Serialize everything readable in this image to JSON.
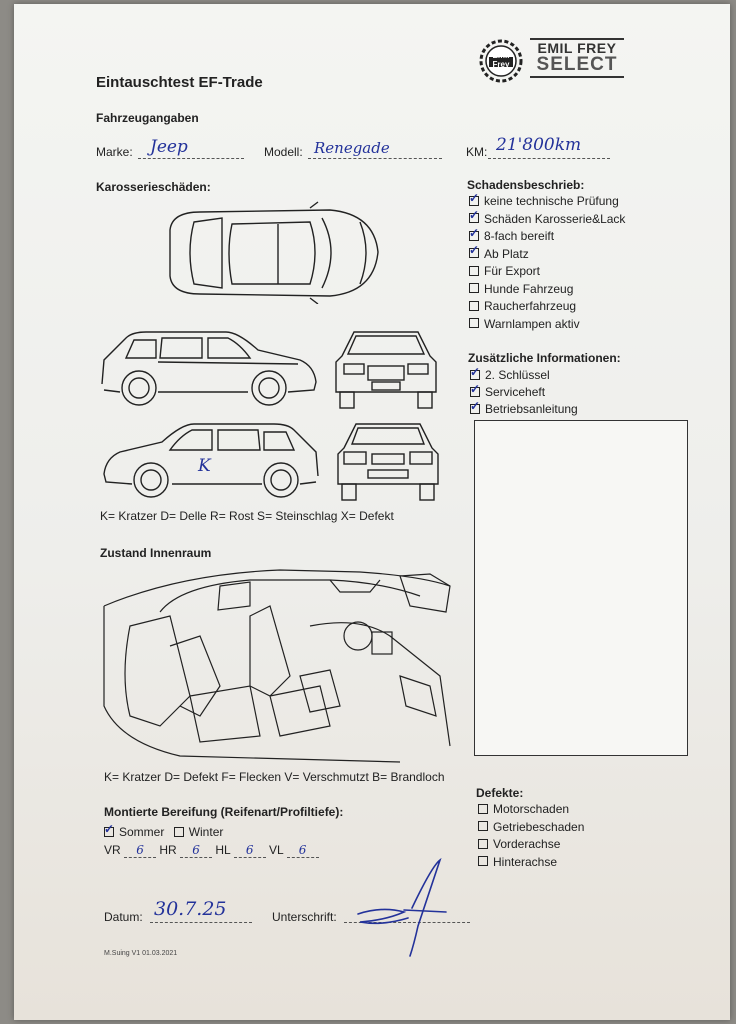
{
  "header": {
    "title": "Eintauschtest EF-Trade",
    "logo_small_top": "Emil",
    "logo_small_bottom": "Frey",
    "logo_line1": "EMIL FREY",
    "logo_line2": "SELECT"
  },
  "vehicle": {
    "section": "Fahrzeugangaben",
    "marke_label": "Marke:",
    "marke_value": "Jeep",
    "modell_label": "Modell:",
    "modell_value": "Renegade",
    "km_label": "KM:",
    "km_value": "21'800km"
  },
  "body_damage": {
    "section": "Karosserieschäden:",
    "mark": "K",
    "legend": "K= Kratzer D= Delle R= Rost S= Steinschlag X= Defekt"
  },
  "damage_report": {
    "section": "Schadensbeschrieb:",
    "items": [
      {
        "label": "keine technische Prüfung",
        "checked": true
      },
      {
        "label": "Schäden Karosserie&Lack",
        "checked": true
      },
      {
        "label": "8-fach bereift",
        "checked": true
      },
      {
        "label": "Ab Platz",
        "checked": true
      },
      {
        "label": "Für Export",
        "checked": false
      },
      {
        "label": "Hunde Fahrzeug",
        "checked": false
      },
      {
        "label": "Raucherfahrzeug",
        "checked": false
      },
      {
        "label": "Warnlampen aktiv",
        "checked": false
      }
    ]
  },
  "extra_info": {
    "section": "Zusätzliche Informationen:",
    "items": [
      {
        "label": "2. Schlüssel",
        "checked": true
      },
      {
        "label": "Serviceheft",
        "checked": true
      },
      {
        "label": "Betriebsanleitung",
        "checked": true
      }
    ]
  },
  "interior": {
    "section": "Zustand Innenraum",
    "legend": "K= Kratzer D= Defekt F= Flecken V= Verschmutzt B= Brandloch"
  },
  "tires": {
    "section": "Montierte Bereifung (Reifenart/Profiltiefe):",
    "summer_label": "Sommer",
    "summer_checked": true,
    "winter_label": "Winter",
    "winter_checked": false,
    "vr_label": "VR",
    "vr_value": "6",
    "hr_label": "HR",
    "hr_value": "6",
    "hl_label": "HL",
    "hl_value": "6",
    "vl_label": "VL",
    "vl_value": "6"
  },
  "defects": {
    "section": "Defekte:",
    "items": [
      {
        "label": "Motorschaden",
        "checked": false
      },
      {
        "label": "Getriebeschaden",
        "checked": false
      },
      {
        "label": "Vorderachse",
        "checked": false
      },
      {
        "label": "Hinterachse",
        "checked": false
      }
    ]
  },
  "footer": {
    "date_label": "Datum:",
    "date_value": "30.7.25",
    "signature_label": "Unterschrift:",
    "version": "M.Suing V1 01.03.2021"
  }
}
